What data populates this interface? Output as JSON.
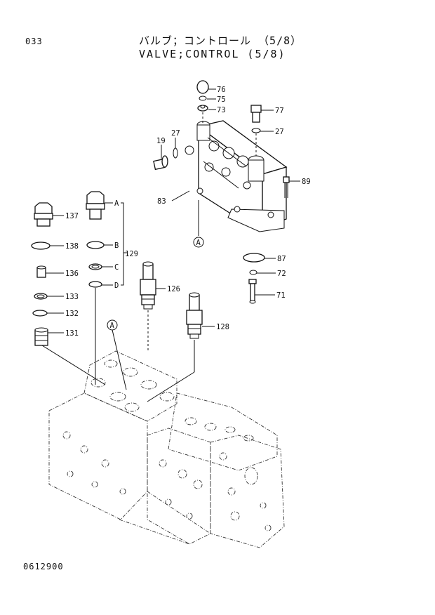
{
  "header": {
    "page_number": "033",
    "title_jp": "バルブ；コントロール （5/8）",
    "title_en": "VALVE;CONTROL (5/8)"
  },
  "footer": {
    "doc_code": "0612900"
  },
  "callouts": {
    "c76": "76",
    "c75": "75",
    "c73": "73",
    "c77": "77",
    "c27a": "27",
    "c27b": "27",
    "c19": "19",
    "c89": "89",
    "c83": "83",
    "c137": "137",
    "c138": "138",
    "c136": "136",
    "c133": "133",
    "c132": "132",
    "c131": "131",
    "cA": "A",
    "cB": "B",
    "cC": "C",
    "cD": "D",
    "c129": "129",
    "c126": "126",
    "c128": "128",
    "c87": "87",
    "c72": "72",
    "c71": "71"
  },
  "reference_markers": {
    "upper": "A",
    "lower": "A"
  }
}
